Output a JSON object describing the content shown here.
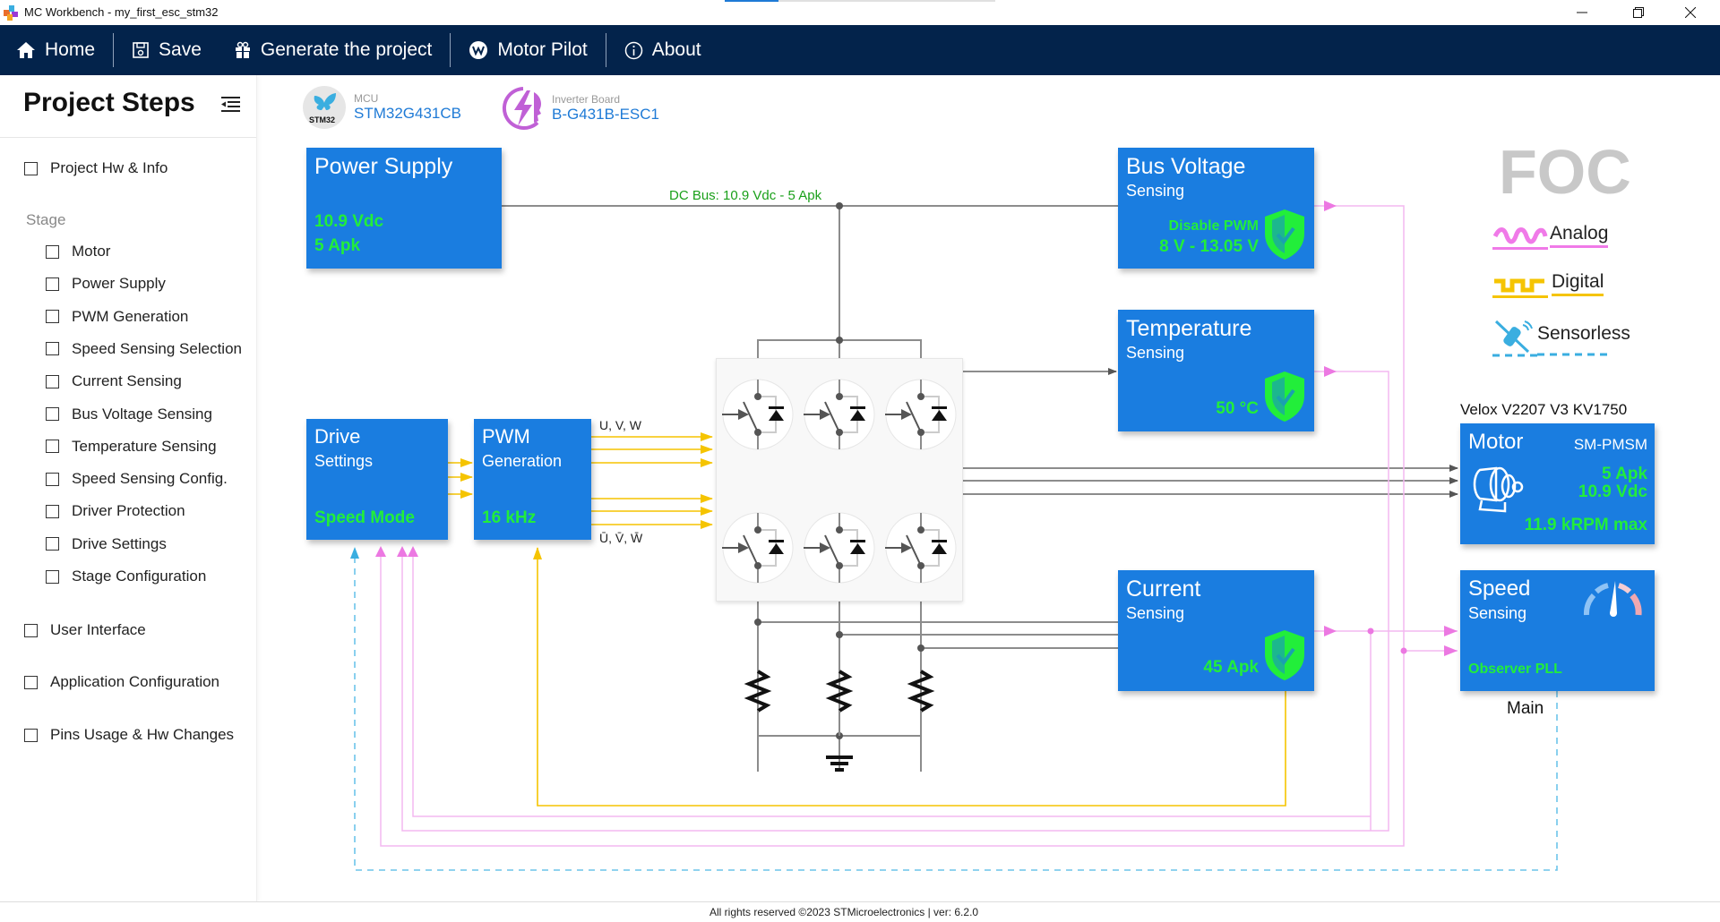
{
  "window": {
    "title": "MC Workbench - my_first_esc_stm32",
    "loading_progress": 0.2,
    "controls": [
      "minimize",
      "restore",
      "close"
    ]
  },
  "navbar": {
    "items": [
      {
        "label": "Home",
        "icon": "home-icon"
      },
      {
        "label": "Save",
        "icon": "save-icon"
      },
      {
        "label": "Generate the project",
        "icon": "gift-icon"
      },
      {
        "label": "Motor Pilot",
        "icon": "motor-pilot-icon"
      },
      {
        "label": "About",
        "icon": "info-icon"
      }
    ]
  },
  "sidebar": {
    "title": "Project Steps",
    "top_items": [
      {
        "label": "Project Hw & Info",
        "checked": false
      }
    ],
    "stage_label": "Stage",
    "stage_items": [
      {
        "label": "Motor",
        "checked": false
      },
      {
        "label": "Power Supply",
        "checked": false
      },
      {
        "label": "PWM Generation",
        "checked": false
      },
      {
        "label": "Speed Sensing Selection",
        "checked": false
      },
      {
        "label": "Current Sensing",
        "checked": false
      },
      {
        "label": "Bus Voltage Sensing",
        "checked": false
      },
      {
        "label": "Temperature Sensing",
        "checked": false
      },
      {
        "label": "Speed Sensing Config.",
        "checked": false
      },
      {
        "label": "Driver Protection",
        "checked": false
      },
      {
        "label": "Drive Settings",
        "checked": false
      },
      {
        "label": "Stage Configuration",
        "checked": false
      }
    ],
    "bottom_items": [
      {
        "label": "User Interface",
        "checked": false
      },
      {
        "label": "Application Configuration",
        "checked": false
      },
      {
        "label": "Pins Usage & Hw Changes",
        "checked": false
      }
    ]
  },
  "header_info": {
    "mcu_label": "MCU",
    "mcu_value": "STM32G431CB",
    "mcu_logo_text": "STM32",
    "board_label": "Inverter Board",
    "board_value": "B-G431B-ESC1"
  },
  "diagram": {
    "dc_bus_label": "DC Bus: 10.9 Vdc - 5 Apk",
    "power_supply": {
      "title": "Power Supply",
      "voltage": "10.9 Vdc",
      "current": "5 Apk"
    },
    "bus_voltage": {
      "title": "Bus Voltage",
      "subtitle": "Sensing",
      "protection": "Disable PWM",
      "range": "8 V - 13.05 V"
    },
    "temperature": {
      "title": "Temperature",
      "subtitle": "Sensing",
      "value": "50 °C"
    },
    "current": {
      "title": "Current",
      "subtitle": "Sensing",
      "value": "45 Apk"
    },
    "drive": {
      "title": "Drive",
      "subtitle": "Settings",
      "mode": "Speed Mode"
    },
    "pwm": {
      "title": "PWM",
      "subtitle": "Generation",
      "freq": "16 kHz",
      "high_label": "U, V, W",
      "low_label": "Ū, V̄, W̄"
    },
    "motor": {
      "name": "Velox V2207 V3 KV1750",
      "title": "Motor",
      "type": "SM-PMSM",
      "current": "5 Apk",
      "voltage": "10.9 Vdc",
      "speed": "11.9 kRPM max"
    },
    "speed": {
      "title": "Speed",
      "subtitle": "Sensing",
      "method": "Observer PLL",
      "caption": "Main"
    },
    "control": "FOC",
    "legend": [
      {
        "label": "Analog",
        "color": "#f07ae8"
      },
      {
        "label": "Digital",
        "color": "#f5c400"
      },
      {
        "label": "Sensorless",
        "color": "#3aaee0"
      }
    ]
  },
  "colors": {
    "navbar": "#03234b",
    "block": "#1a7de0",
    "value_green": "#22ee3a",
    "analog": "#f07ae8",
    "digital": "#f5c400",
    "sensorless": "#3aaee0",
    "accent": "#1e7ad6"
  },
  "footer": {
    "text": "All rights reserved ©2023 STMicroelectronics | ver: 6.2.0"
  }
}
